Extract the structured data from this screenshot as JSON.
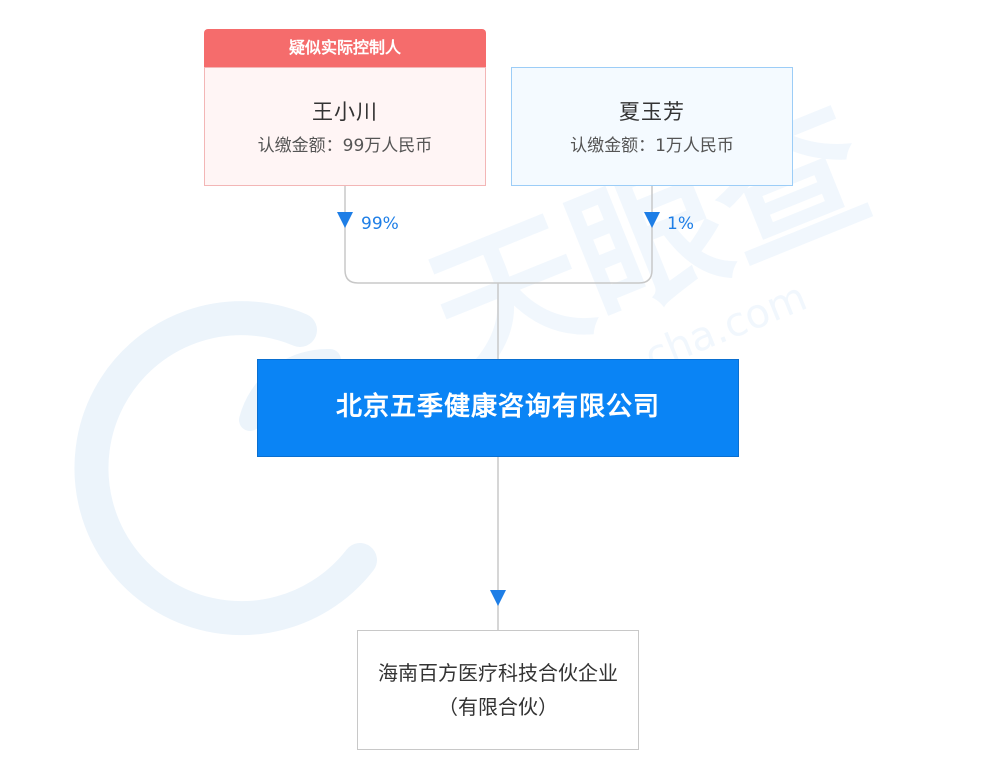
{
  "watermark": {
    "brand_text": "天眼查",
    "domain_text": "cha.com",
    "color": "#e9f3fc"
  },
  "shareholders": [
    {
      "name": "王小川",
      "subscribed_amount": "认缴金额：99万人民币",
      "share_percent": "99%",
      "tag": "疑似实际控制人",
      "color": "#f56c6c"
    },
    {
      "name": "夏玉芳",
      "subscribed_amount": "认缴金额：1万人民币",
      "share_percent": "1%",
      "tag": "",
      "color": "#9ccdf7"
    }
  ],
  "company": {
    "name": "北京五季健康咨询有限公司",
    "color": "#0a84f5"
  },
  "investment": {
    "name": "海南百方医疗科技合伙企业（有限合伙）",
    "share_percent": ""
  },
  "colors": {
    "arrow": "#1e7ee6",
    "line": "#c8c8c8"
  }
}
